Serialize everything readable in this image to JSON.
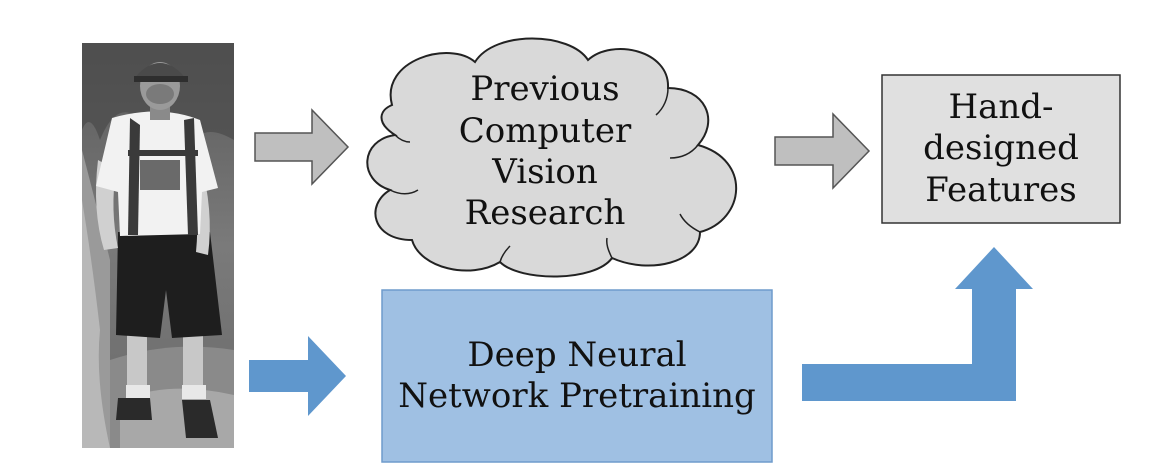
{
  "diagram": {
    "photo": {
      "icon": "person-photo-icon"
    },
    "cloud": {
      "label": "Previous\nComputer\nVision\nResearch",
      "fill": "#d9d9d9",
      "stroke": "#222222"
    },
    "features_box": {
      "label": "Hand-\ndesigned\nFeatures",
      "fill": "#e0e0e0",
      "stroke": "#333333"
    },
    "dnn_box": {
      "label": "Deep Neural\nNetwork Pretraining",
      "fill": "#9fc0e3",
      "stroke": "#6f9bcc"
    },
    "colors": {
      "gray_arrow_fill": "#bfbfbf",
      "gray_arrow_stroke": "#555555",
      "blue_arrow": "#5f97cd"
    }
  }
}
